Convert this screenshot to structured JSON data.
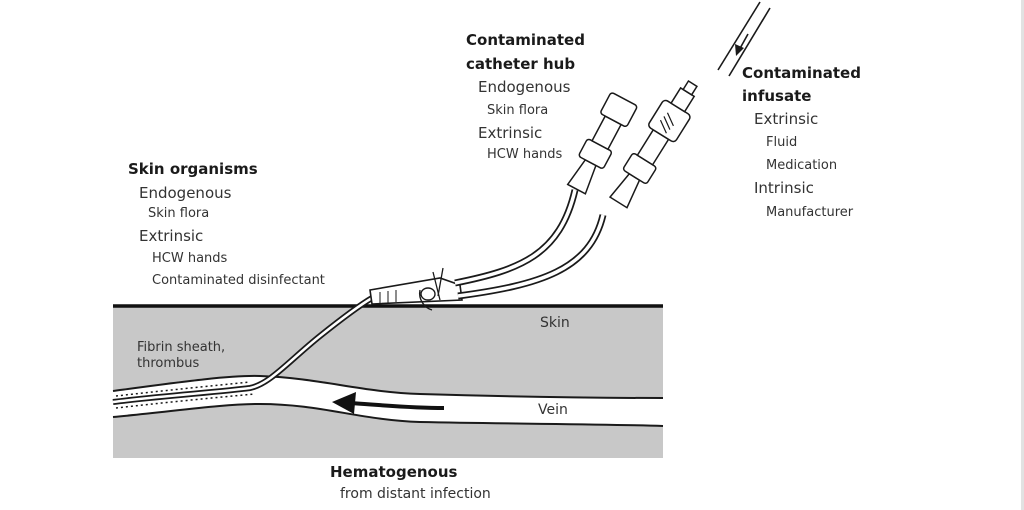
{
  "diagram": {
    "colors": {
      "tissue": "#c8c8c8",
      "vein": "#ffffff",
      "line": "#1a1a1a",
      "background": "#ffffff"
    },
    "skin_organisms": {
      "title": "Skin organisms",
      "endogenous": "Endogenous",
      "endogenous_items": [
        "Skin flora"
      ],
      "extrinsic": "Extrinsic",
      "extrinsic_items": [
        "HCW hands",
        "Contaminated  disinfectant"
      ]
    },
    "catheter_hub": {
      "title_line1": "Contaminated",
      "title_line2": "catheter  hub",
      "endogenous": "Endogenous",
      "endogenous_items": [
        "Skin flora"
      ],
      "extrinsic": "Extrinsic",
      "extrinsic_items": [
        "HCW hands"
      ]
    },
    "infusate": {
      "title_line1": "Contaminated",
      "title_line2": "infusate",
      "extrinsic": "Extrinsic",
      "extrinsic_items": [
        "Fluid",
        "Medication"
      ],
      "intrinsic": "Intrinsic",
      "intrinsic_items": [
        "Manufacturer"
      ]
    },
    "tissue_labels": {
      "skin": "Skin",
      "vein": "Vein",
      "fibrin_line1": "Fibrin sheath,",
      "fibrin_line2": "thrombus"
    },
    "hematogenous": {
      "title": "Hematogenous",
      "subtitle": "from distant infection"
    }
  }
}
